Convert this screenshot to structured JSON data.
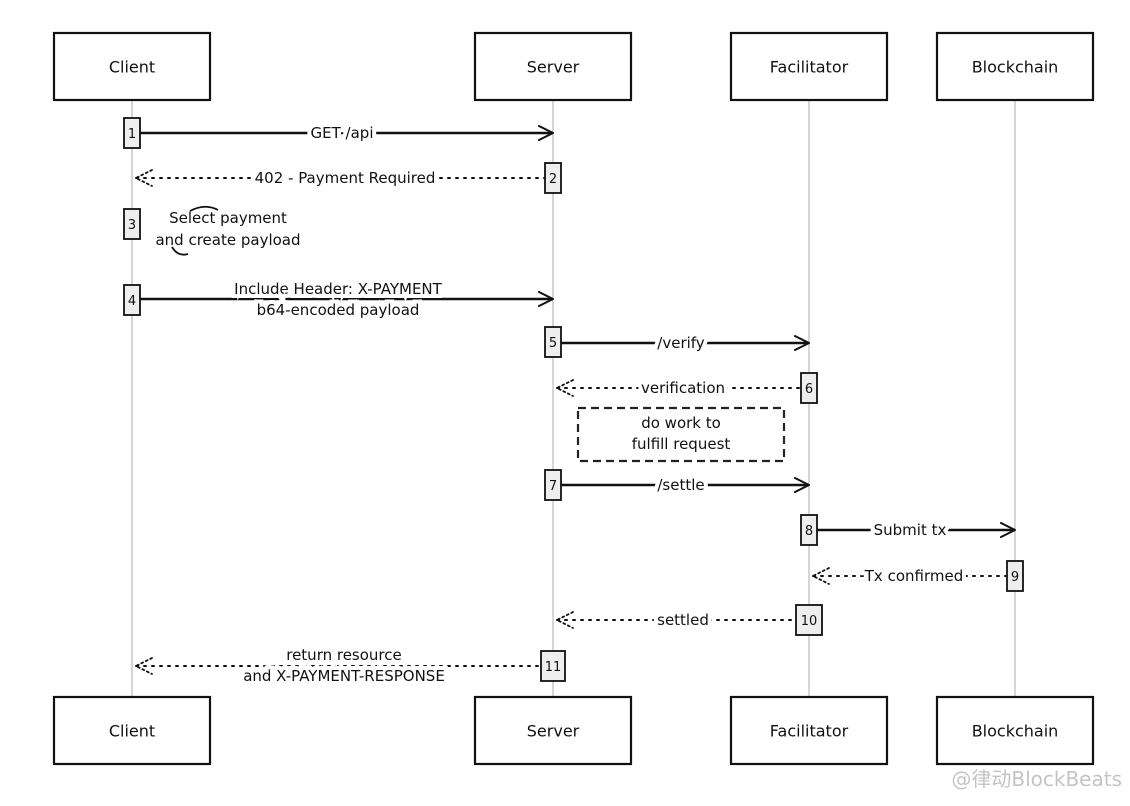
{
  "participants": [
    "Client",
    "Server",
    "Facilitator",
    "Blockchain"
  ],
  "steps": [
    {
      "num": "1",
      "lines": [
        "GET /api"
      ]
    },
    {
      "num": "2",
      "lines": [
        "402 - Payment Required"
      ]
    },
    {
      "num": "3",
      "lines": [
        "Select payment",
        "and create payload"
      ]
    },
    {
      "num": "4",
      "lines": [
        "Include Header: X-PAYMENT",
        "b64-encoded payload"
      ]
    },
    {
      "num": "5",
      "lines": [
        "/verify"
      ]
    },
    {
      "num": "6",
      "lines": [
        "verification"
      ]
    },
    {
      "num": "7",
      "lines": [
        "/settle"
      ]
    },
    {
      "num": "8",
      "lines": [
        "Submit tx"
      ]
    },
    {
      "num": "9",
      "lines": [
        "Tx confirmed"
      ]
    },
    {
      "num": "10",
      "lines": [
        "settled"
      ]
    },
    {
      "num": "11",
      "lines": [
        "return resource",
        "and X-PAYMENT-RESPONSE"
      ]
    }
  ],
  "note": {
    "lines": [
      "do work to",
      "fulfill request"
    ]
  },
  "watermark": "@律动BlockBeats"
}
